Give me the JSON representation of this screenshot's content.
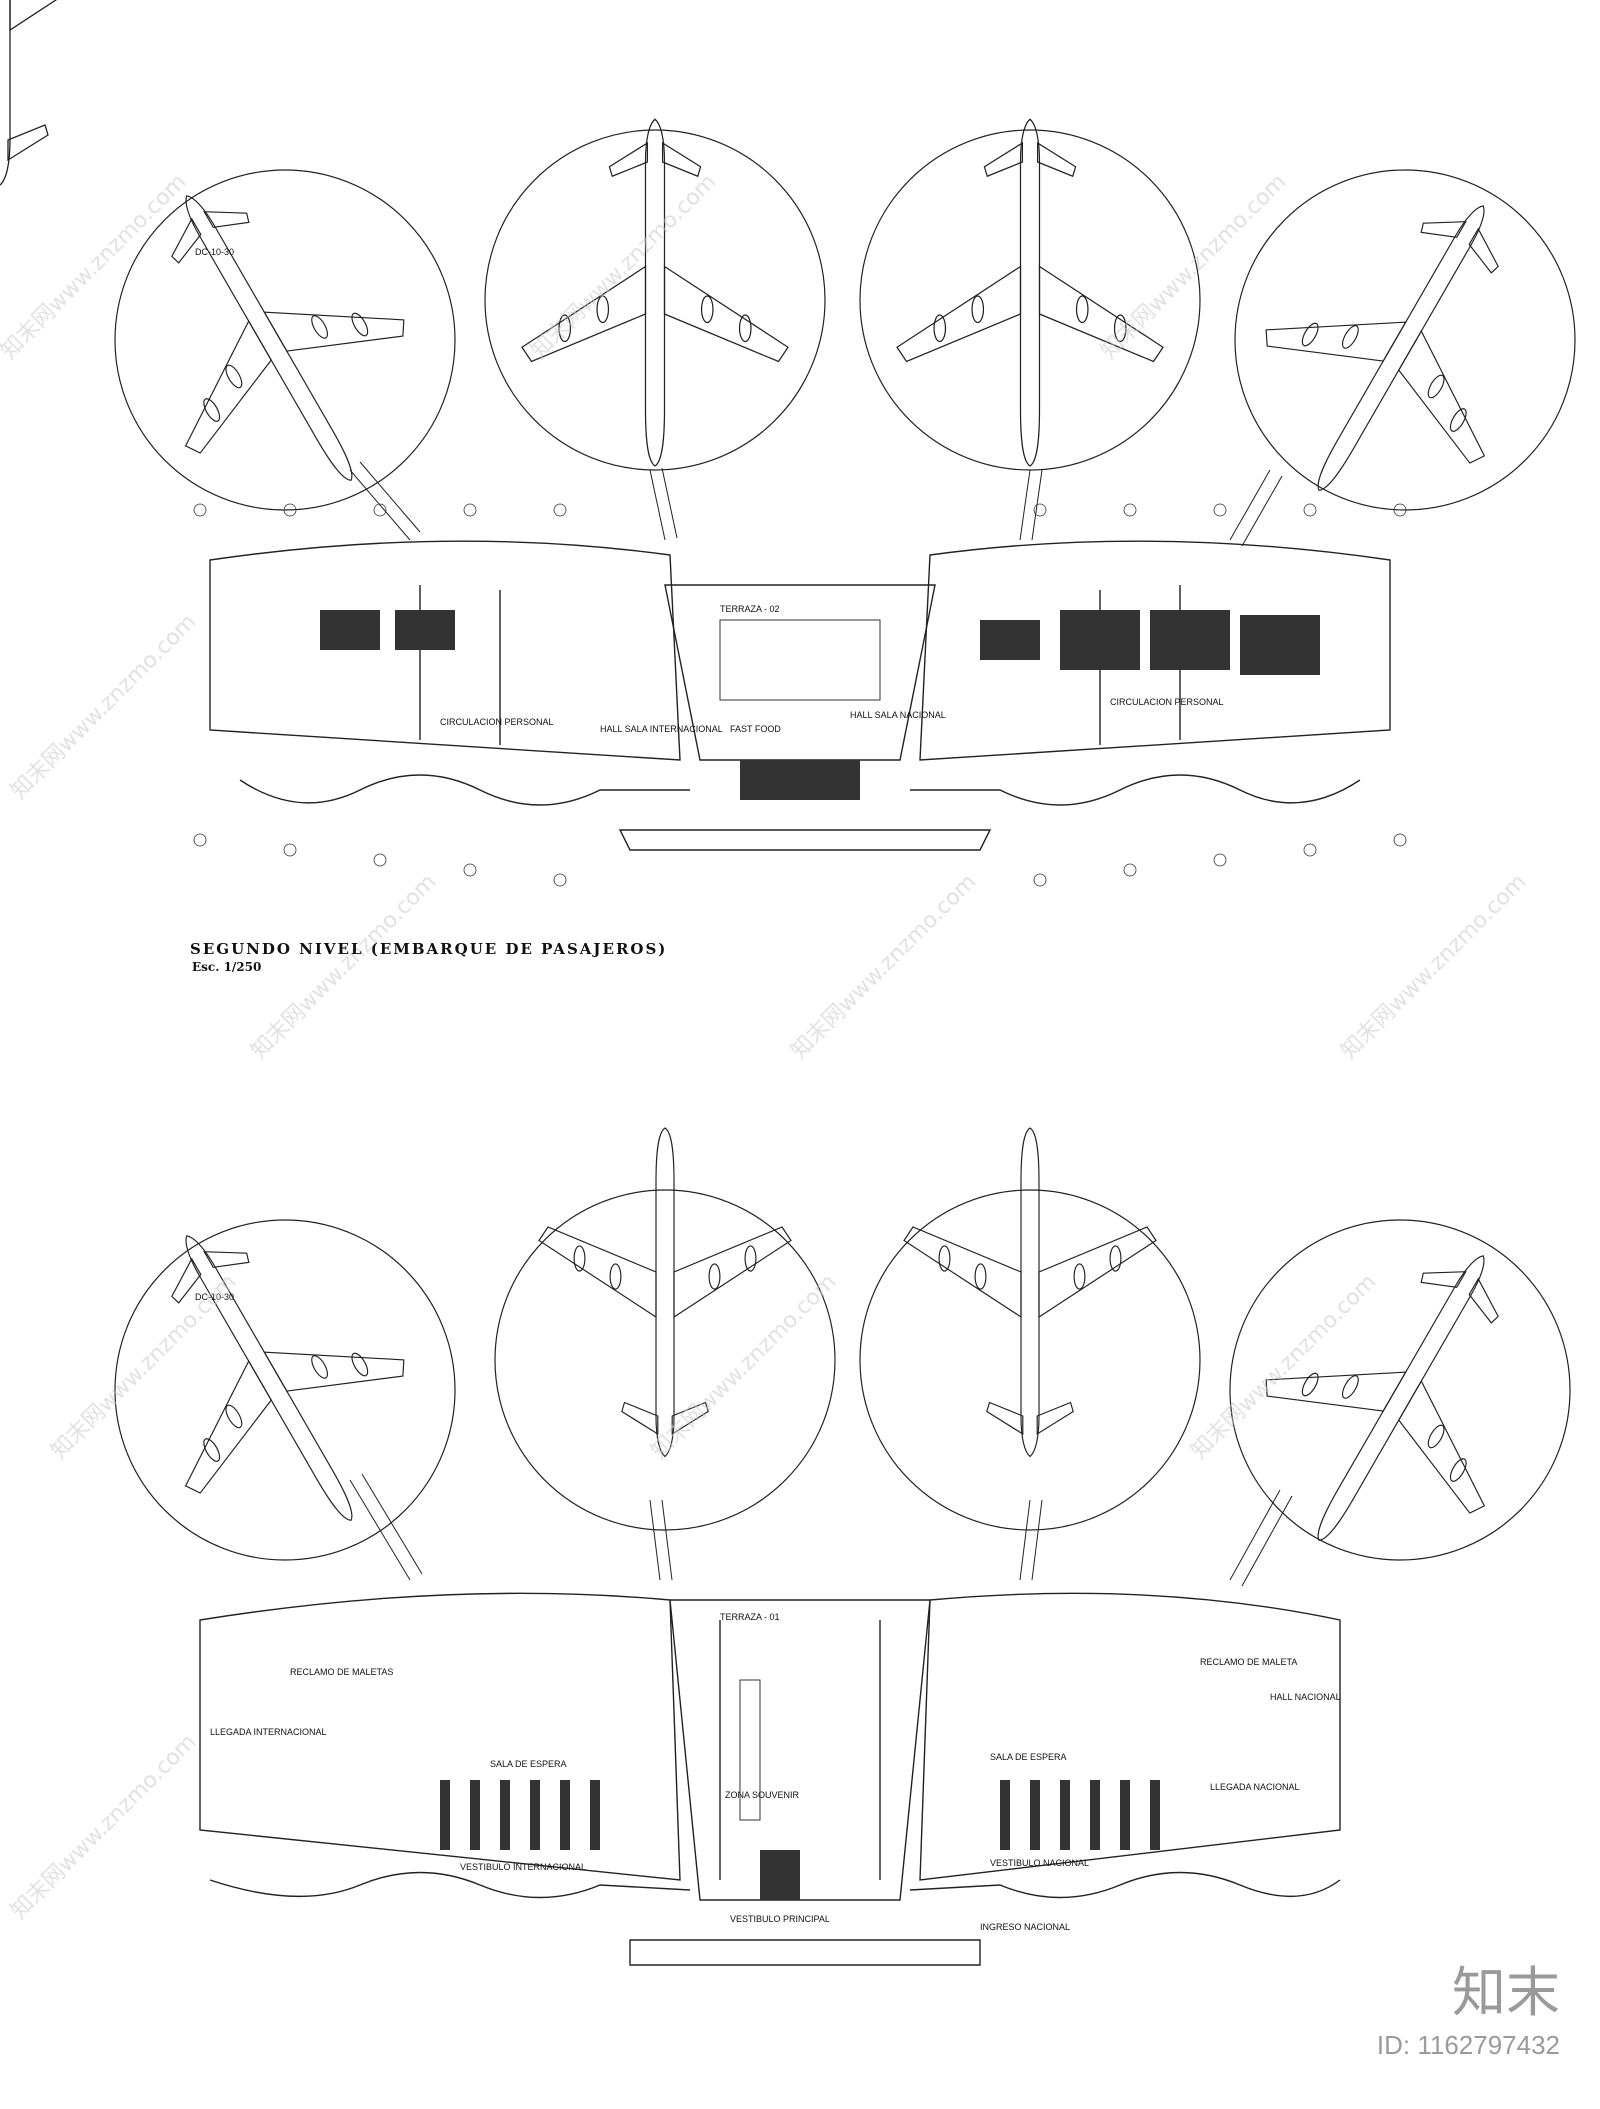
{
  "top_plan": {
    "title": "SEGUNDO   NIVEL (EMBARQUE DE PASAJEROS)",
    "scale": "Esc.  1/250",
    "labels": {
      "terraza": "TERRAZA - 02",
      "circulacion_left": "CIRCULACION  PERSONAL",
      "circulacion_right": "CIRCULACION  PERSONAL",
      "hall_internacional": "HALL SALA INTERNACIONAL",
      "hall_nacional": "HALL SALA NACIONAL",
      "fast_food": "FAST FOOD",
      "aircraft_tag": "DC-10-30"
    }
  },
  "bottom_plan": {
    "labels": {
      "terraza": "TERRAZA - 01",
      "reclamo_left": "RECLAMO DE MALETAS",
      "reclamo_right": "RECLAMO DE MALETA",
      "llegada_internacional": "LLEGADA INTERNACIONAL",
      "llegada_nacional": "LLEGADA NACIONAL",
      "sala_espera_left": "SALA DE ESPERA",
      "sala_espera_right": "SALA DE ESPERA",
      "zona_souvenir": "ZONA SOUVENIR",
      "vestibulo_internacional": "VESTIBULO INTERNACIONAL",
      "vestibulo_nacional": "VESTIBULO NACIONAL",
      "vestibulo_principal": "VESTIBULO PRINCIPAL",
      "ingreso_nacional": "INGRESO  NACIONAL",
      "hall_nacional": "HALL NACIONAL",
      "aircraft_tag": "DC-10-30"
    }
  },
  "watermark": {
    "text": "知末网www.znzmo.com",
    "color": "#c8c8c8"
  },
  "brand": {
    "logo": "知末",
    "id": "ID: 1162797432",
    "color": "#9a9a9a"
  }
}
